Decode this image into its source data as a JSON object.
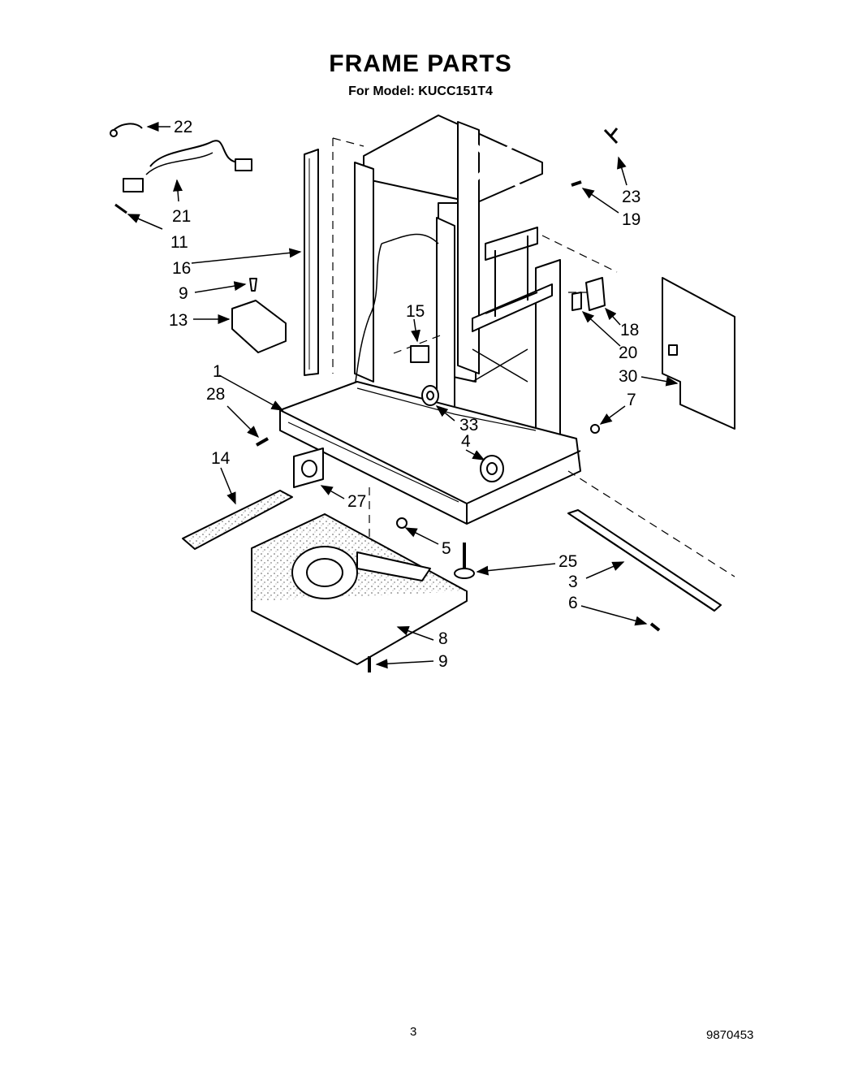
{
  "header": {
    "title": "FRAME PARTS",
    "model": "For Model: KUCC151T4"
  },
  "callouts": [
    {
      "id": "c22",
      "label": "22"
    },
    {
      "id": "c21",
      "label": "21"
    },
    {
      "id": "c11",
      "label": "11"
    },
    {
      "id": "c16",
      "label": "16"
    },
    {
      "id": "c9a",
      "label": "9"
    },
    {
      "id": "c13",
      "label": "13"
    },
    {
      "id": "c1",
      "label": "1"
    },
    {
      "id": "c28",
      "label": "28"
    },
    {
      "id": "c14",
      "label": "14"
    },
    {
      "id": "c27",
      "label": "27"
    },
    {
      "id": "c15",
      "label": "15"
    },
    {
      "id": "c33",
      "label": "33"
    },
    {
      "id": "c4",
      "label": "4"
    },
    {
      "id": "c5",
      "label": "5"
    },
    {
      "id": "c25",
      "label": "25"
    },
    {
      "id": "c8",
      "label": "8"
    },
    {
      "id": "c9b",
      "label": "9"
    },
    {
      "id": "c23",
      "label": "23"
    },
    {
      "id": "c19",
      "label": "19"
    },
    {
      "id": "c18",
      "label": "18"
    },
    {
      "id": "c20",
      "label": "20"
    },
    {
      "id": "c30",
      "label": "30"
    },
    {
      "id": "c7",
      "label": "7"
    },
    {
      "id": "c3",
      "label": "3"
    },
    {
      "id": "c6",
      "label": "6"
    }
  ],
  "footer": {
    "page_number": "3",
    "document_number": "9870453"
  }
}
